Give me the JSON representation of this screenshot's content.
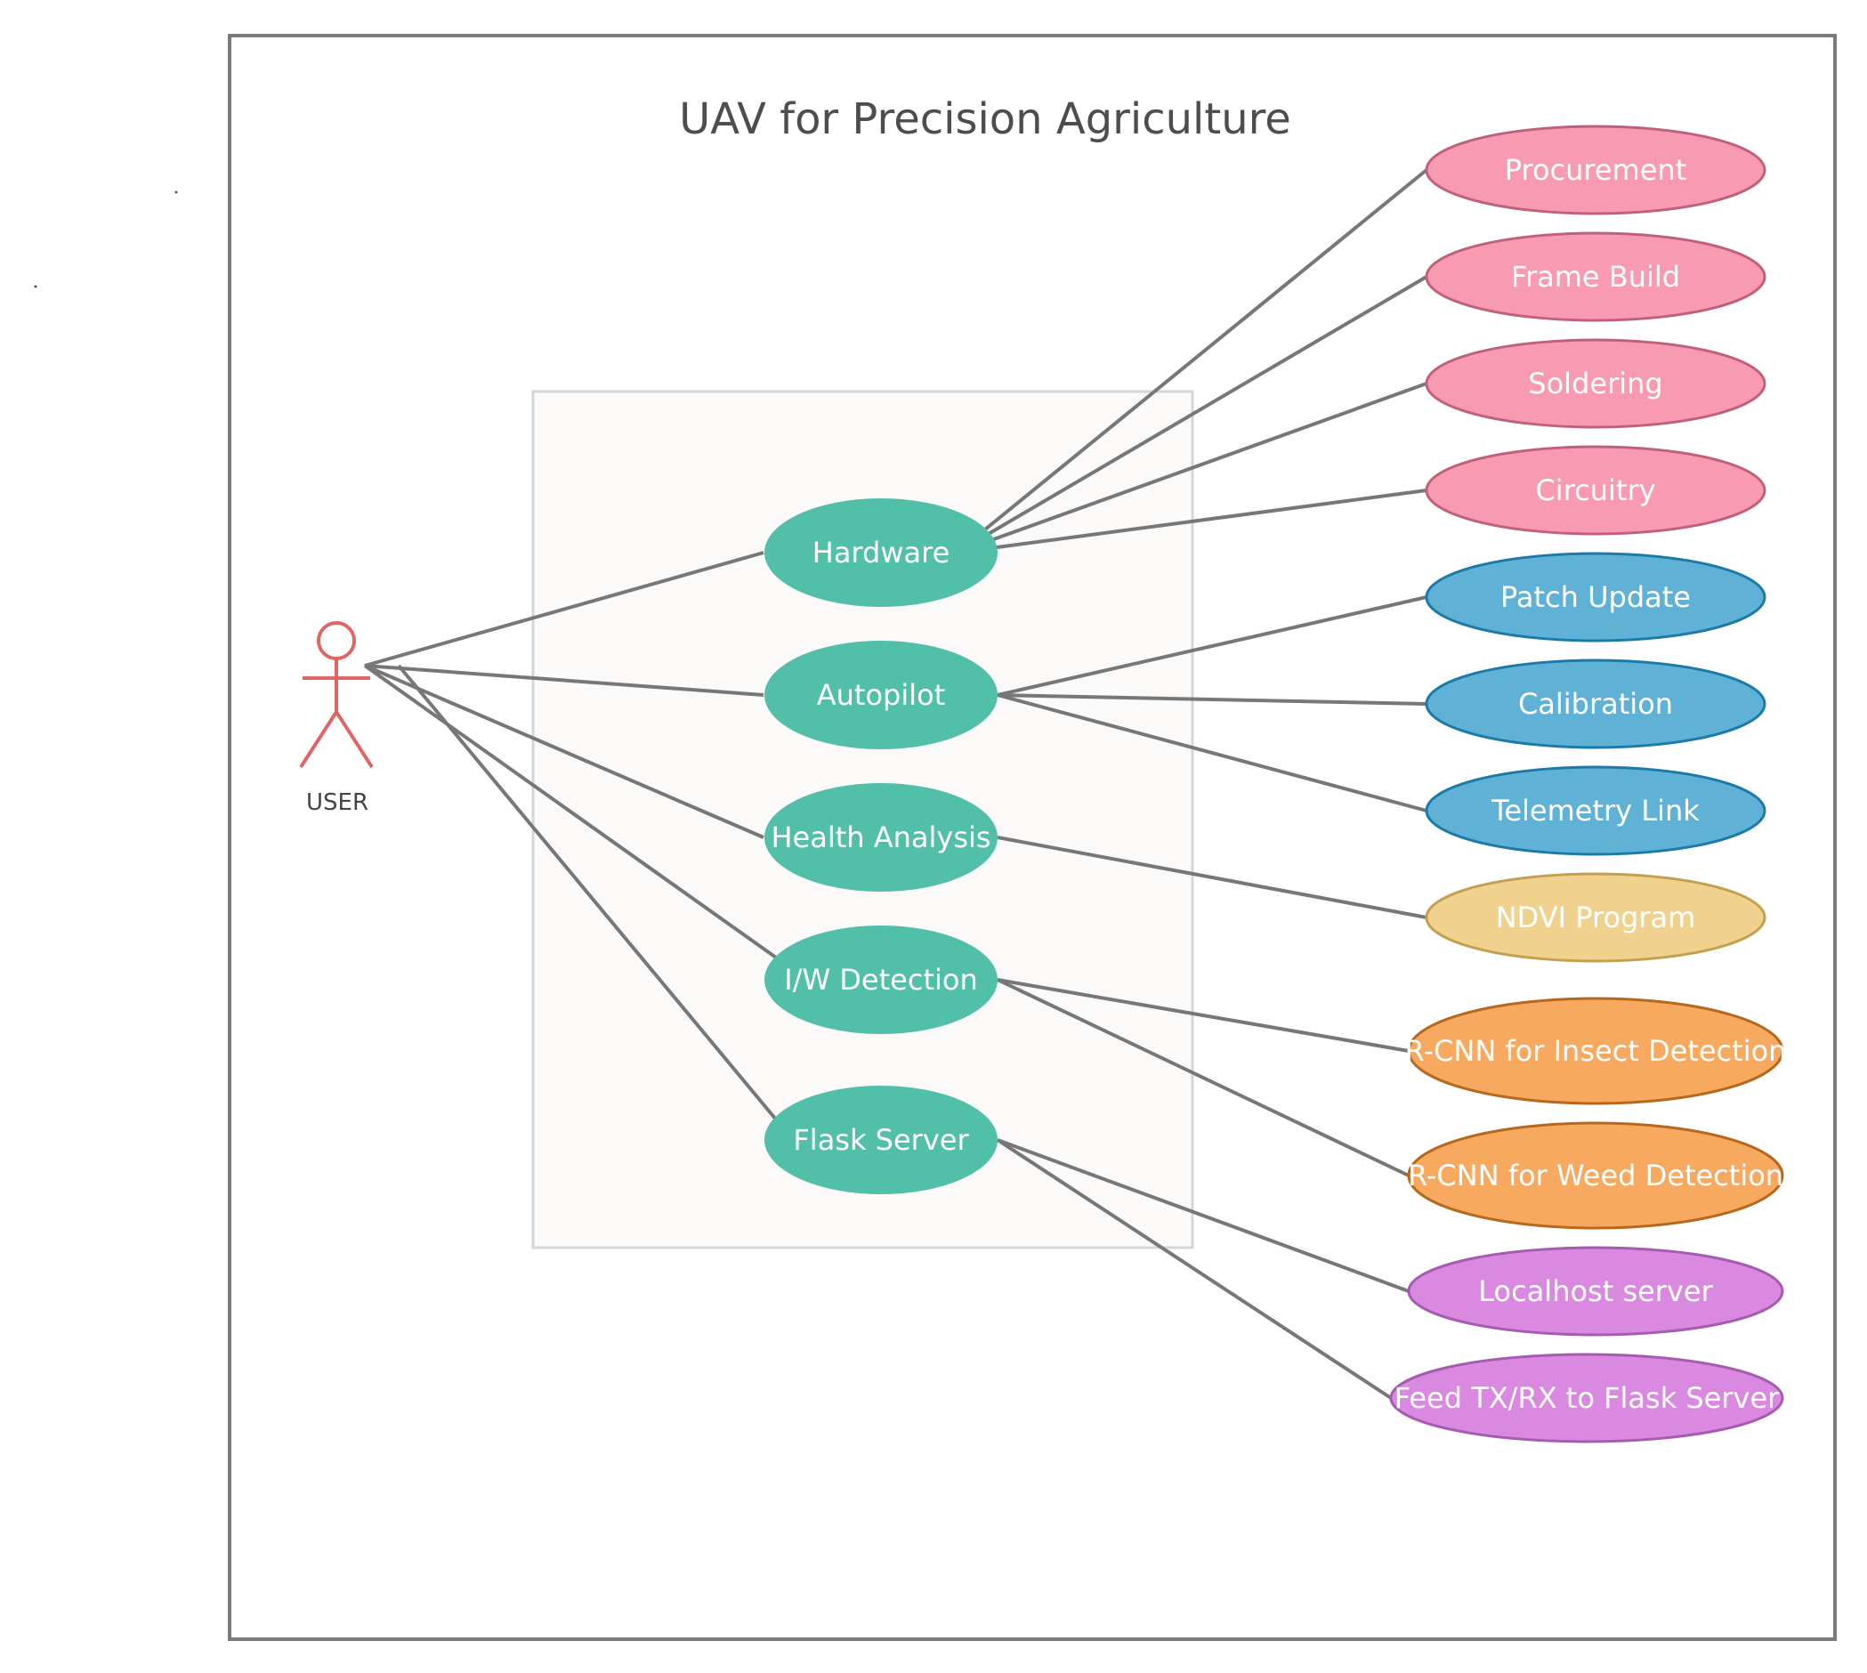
{
  "title": "UAV for Precision Agriculture",
  "actor": {
    "label": "USER",
    "color": "#e06666"
  },
  "colors": {
    "frame": "#7a7a7a",
    "subsystem_fill": "#fbfaf9",
    "subsystem_stroke": "#d6d6d6",
    "edge": "#777777",
    "teal": "#52c0a8",
    "pink": "#f89bb2",
    "blue": "#5fb2d6",
    "yellow": "#f0d28e",
    "orange": "#f6a95f",
    "purple": "#d98ae0"
  },
  "core_use_cases": [
    {
      "id": "hardware",
      "label": "Hardware"
    },
    {
      "id": "autopilot",
      "label": "Autopilot"
    },
    {
      "id": "health",
      "label": "Health Analysis"
    },
    {
      "id": "iw",
      "label": "I/W Detection"
    },
    {
      "id": "flask",
      "label": "Flask Server"
    }
  ],
  "detail_use_cases": [
    {
      "id": "procurement",
      "label": "Procurement",
      "parent": "hardware",
      "color": "pink"
    },
    {
      "id": "frame",
      "label": "Frame Build",
      "parent": "hardware",
      "color": "pink"
    },
    {
      "id": "soldering",
      "label": "Soldering",
      "parent": "hardware",
      "color": "pink"
    },
    {
      "id": "circuitry",
      "label": "Circuitry",
      "parent": "hardware",
      "color": "pink"
    },
    {
      "id": "patch",
      "label": "Patch Update",
      "parent": "autopilot",
      "color": "blue"
    },
    {
      "id": "calibration",
      "label": "Calibration",
      "parent": "autopilot",
      "color": "blue"
    },
    {
      "id": "telemetry",
      "label": "Telemetry Link",
      "parent": "autopilot",
      "color": "blue"
    },
    {
      "id": "ndvi",
      "label": "NDVI Program",
      "parent": "health",
      "color": "yellow"
    },
    {
      "id": "insect",
      "label": "R-CNN for Insect Detection",
      "parent": "iw",
      "color": "orange"
    },
    {
      "id": "weed",
      "label": "R-CNN for Weed Detection",
      "parent": "iw",
      "color": "orange"
    },
    {
      "id": "localhost",
      "label": "Localhost server",
      "parent": "flask",
      "color": "purple"
    },
    {
      "id": "feed",
      "label": "Feed TX/RX to Flask Server",
      "parent": "flask",
      "color": "purple"
    }
  ]
}
